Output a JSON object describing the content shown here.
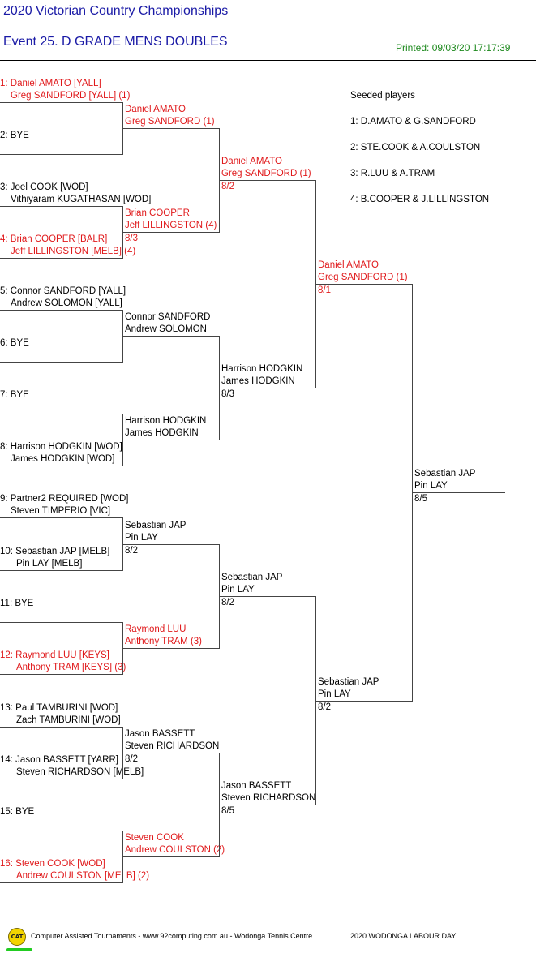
{
  "header": {
    "title": "2020 Victorian Country Championships",
    "event": "Event 25. D GRADE MENS DOUBLES",
    "printed": "Printed: 09/03/20 17:17:39"
  },
  "seeded": {
    "heading": "Seeded players",
    "items": [
      "1: D.AMATO & G.SANDFORD",
      "2: STE.COOK & A.COULSTON",
      "3: R.LUU & A.TRAM",
      "4: B.COOPER & J.LILLINGSTON"
    ]
  },
  "round1": [
    {
      "l1": "1: Daniel AMATO [YALL]",
      "l2": "Greg SANDFORD [YALL] (1)",
      "seeded": true
    },
    {
      "l1": "2: BYE",
      "l2": "",
      "seeded": false
    },
    {
      "l1": "3: Joel COOK [WOD]",
      "l2": "Vithiyaram KUGATHASAN [WOD]",
      "seeded": false
    },
    {
      "l1": "4: Brian COOPER [BALR]",
      "l2": "Jeff LILLINGSTON [MELB] (4)",
      "seeded": true
    },
    {
      "l1": "5: Connor SANDFORD [YALL]",
      "l2": "Andrew SOLOMON [YALL]",
      "seeded": false
    },
    {
      "l1": "6: BYE",
      "l2": "",
      "seeded": false
    },
    {
      "l1": "7: BYE",
      "l2": "",
      "seeded": false
    },
    {
      "l1": "8: Harrison HODGKIN [WOD]",
      "l2": "James HODGKIN [WOD]",
      "seeded": false
    },
    {
      "l1": "9: Partner2 REQUIRED [WOD]",
      "l2": "Steven TIMPERIO [VIC]",
      "seeded": false
    },
    {
      "l1": "10: Sebastian JAP [MELB]",
      "l2": "Pin LAY [MELB]",
      "seeded": false
    },
    {
      "l1": "11: BYE",
      "l2": "",
      "seeded": false
    },
    {
      "l1": "12: Raymond LUU [KEYS]",
      "l2": "Anthony TRAM [KEYS] (3)",
      "seeded": true
    },
    {
      "l1": "13: Paul TAMBURINI [WOD]",
      "l2": "Zach TAMBURINI [WOD]",
      "seeded": false
    },
    {
      "l1": "14: Jason BASSETT [YARR]",
      "l2": "Steven RICHARDSON [MELB]",
      "seeded": false
    },
    {
      "l1": "15: BYE",
      "l2": "",
      "seeded": false
    },
    {
      "l1": "16: Steven COOK [WOD]",
      "l2": "Andrew COULSTON [MELB] (2)",
      "seeded": true
    }
  ],
  "round2": [
    {
      "l1": "Daniel AMATO",
      "l2": "Greg SANDFORD (1)",
      "score": "",
      "seeded": true
    },
    {
      "l1": "Brian COOPER",
      "l2": "Jeff LILLINGSTON (4)",
      "score": "8/3",
      "seeded": true
    },
    {
      "l1": "Connor SANDFORD",
      "l2": "Andrew SOLOMON",
      "score": "",
      "seeded": false
    },
    {
      "l1": "Harrison HODGKIN",
      "l2": "James HODGKIN",
      "score": "",
      "seeded": false
    },
    {
      "l1": "Sebastian JAP",
      "l2": "Pin LAY",
      "score": "8/2",
      "seeded": false
    },
    {
      "l1": "Raymond LUU",
      "l2": "Anthony TRAM (3)",
      "score": "",
      "seeded": true
    },
    {
      "l1": "Jason BASSETT",
      "l2": "Steven RICHARDSON",
      "score": "8/2",
      "seeded": false
    },
    {
      "l1": "Steven COOK",
      "l2": "Andrew COULSTON (2)",
      "score": "",
      "seeded": true
    }
  ],
  "round3": [
    {
      "l1": "Daniel AMATO",
      "l2": "Greg SANDFORD (1)",
      "score": "8/2",
      "seeded": true
    },
    {
      "l1": "Harrison HODGKIN",
      "l2": "James HODGKIN",
      "score": "8/3",
      "seeded": false
    },
    {
      "l1": "Sebastian JAP",
      "l2": "Pin LAY",
      "score": "8/2",
      "seeded": false
    },
    {
      "l1": "Jason BASSETT",
      "l2": "Steven RICHARDSON",
      "score": "8/5",
      "seeded": false
    }
  ],
  "round4": [
    {
      "l1": "Daniel AMATO",
      "l2": "Greg SANDFORD (1)",
      "score": "8/1",
      "seeded": true
    },
    {
      "l1": "Sebastian JAP",
      "l2": "Pin LAY",
      "score": "8/2",
      "seeded": false
    }
  ],
  "final": {
    "l1": "Sebastian JAP",
    "l2": "Pin LAY",
    "score": "8/5",
    "seeded": false
  },
  "footer": {
    "logo": "CAT",
    "text": "Computer Assisted Tournaments - www.92computing.com.au -  Wodonga Tennis Centre",
    "event": "2020 WODONGA LABOUR DAY"
  },
  "colors": {
    "title": "#1a1aa6",
    "seed": "#e0191b",
    "printed": "#1f8a1f"
  }
}
